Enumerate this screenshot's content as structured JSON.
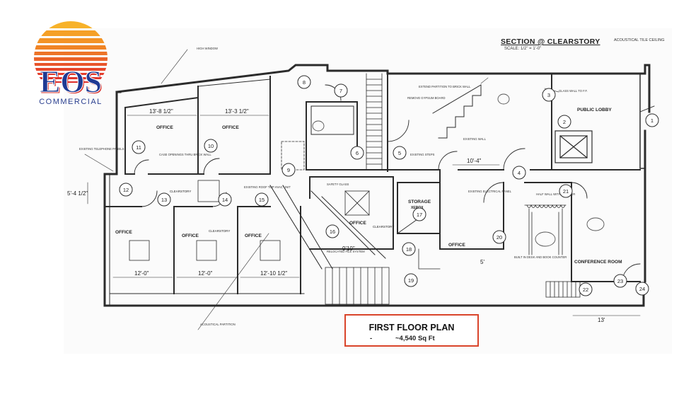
{
  "branding": {
    "logo_letters": "EOS",
    "logo_subtitle": "COMMERCIAL",
    "colors": {
      "sun_top": "#f6a623",
      "sun_bottom": "#e8452b",
      "letters": "#1f3a93",
      "letters_shadow": "#d8302a"
    }
  },
  "title_block": {
    "title": "FIRST FLOOR PLAN",
    "dash": "-",
    "area": "~4,540 Sq Ft",
    "border_color": "#d9442a"
  },
  "section_label": {
    "title": "SECTION @ CLEARSTORY",
    "scale": "SCALE: 1/2\" = 1'-0\""
  },
  "corner_note": "ACOUSTICAL TILE CEILING",
  "rooms": [
    {
      "id": "office-1",
      "label": "OFFICE"
    },
    {
      "id": "office-2",
      "label": "OFFICE"
    },
    {
      "id": "office-3",
      "label": "OFFICE"
    },
    {
      "id": "office-4",
      "label": "OFFICE"
    },
    {
      "id": "office-5",
      "label": "OFFICE"
    },
    {
      "id": "office-6",
      "label": "OFFICE"
    },
    {
      "id": "office-7",
      "label": "OFFICE"
    },
    {
      "id": "storage",
      "label": "STORAGE"
    },
    {
      "id": "xerox",
      "label": "XEROX"
    },
    {
      "id": "public-lobby",
      "label": "PUBLIC LOBBY"
    },
    {
      "id": "conference-room",
      "label": "CONFERENCE ROOM"
    },
    {
      "id": "clearstory-1",
      "label": "CLEARSTORY"
    },
    {
      "id": "clearstory-2",
      "label": "CLEARSTORY"
    },
    {
      "id": "clearstory-3",
      "label": "CLEARSTORY"
    }
  ],
  "dimensions": [
    "13'-8 1/2\"",
    "13'-3 1/2\"",
    "12'-0\"",
    "12'-0\"",
    "12'-10 1/2\"",
    "10'-4\"",
    "9'10\"",
    "5'-4 1/2\"",
    "5'",
    "13'"
  ],
  "tags": [
    "1",
    "2",
    "3",
    "4",
    "5",
    "6",
    "7",
    "8",
    "9",
    "10",
    "11",
    "12",
    "13",
    "14",
    "15",
    "16",
    "17",
    "18",
    "19",
    "20",
    "21",
    "22",
    "23",
    "24"
  ],
  "notes": [
    "HIGH WINDOW",
    "EXISTING TELEPHONE PANELS",
    "CASE OPENINGS THRU BRICK WALL",
    "EXISTING ROOF TOP HVAC UNIT",
    "SAFETY GLASS",
    "RELOCATED FILE SYSTEM",
    "EXTEND PARTITION TO BRICK WALL",
    "REMOVE GYPSUM BOARD",
    "EXISTING STEPS",
    "EXISTING WALL",
    "GLASS WALL TO F.F.",
    "EXISTING ELECTRICAL PANEL",
    "HALF WALL WITH PLANTER",
    "BUILT IN DESK AND BOOK COUNTER",
    "ACOUSTICAL PARTITION"
  ]
}
